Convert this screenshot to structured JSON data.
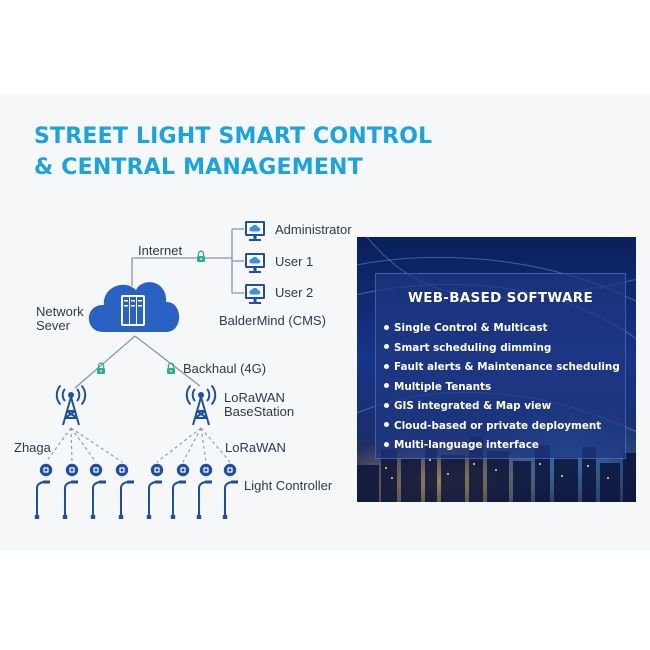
{
  "title": {
    "line1": "STREET LIGHT SMART CONTROL",
    "line2": "& CENTRAL MANAGEMENT"
  },
  "diagram": {
    "internet": "Internet",
    "administrator": "Administrator",
    "user1": "User 1",
    "user2": "User 2",
    "cms": "BalderMind (CMS)",
    "network_line1": "Network",
    "network_line2": "Sever",
    "backhaul": "Backhaul (4G)",
    "lorawan_bs_line1": "LoRaWAN",
    "lorawan_bs_line2": "BaseStation",
    "zhaga": "Zhaga",
    "lorawan": "LoRaWAN",
    "light_controller": "Light Controller"
  },
  "software": {
    "heading": "WEB-BASED SOFTWARE",
    "features": [
      "Single Control & Multicast",
      "Smart scheduling dimming",
      "Fault alerts & Maintenance scheduling",
      "Multiple Tenants",
      "GIS integrated & Map view",
      "Cloud-based or private deployment",
      "Multi-language interface"
    ]
  },
  "colors": {
    "title": "#1aa3df",
    "diagram_blue": "#1f4fa3",
    "cloud": "#2a62c4",
    "line": "#7f96bd",
    "lock": "#2fb08a",
    "panel_bg": "#16348a"
  },
  "icons": [
    "cloud-server-icon",
    "monitor-icon",
    "lock-icon",
    "tower-icon",
    "controller-icon",
    "street-lamp-icon"
  ]
}
